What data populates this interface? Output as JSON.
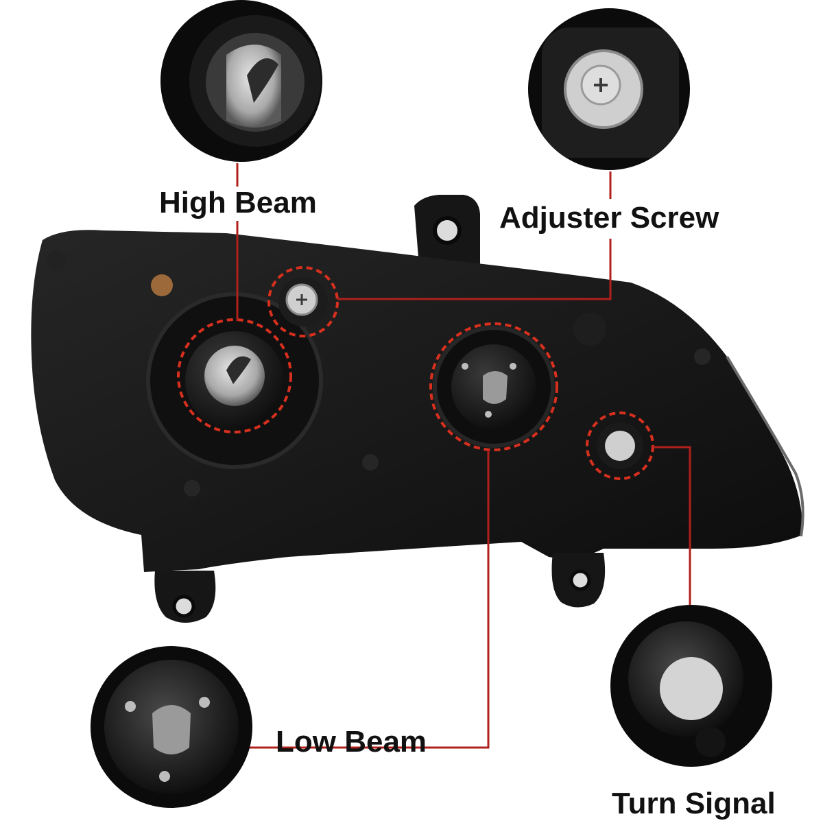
{
  "labels": {
    "high_beam": "High Beam",
    "adjuster_screw": "Adjuster Screw",
    "low_beam": "Low Beam",
    "turn_signal": "Turn Signal"
  },
  "colors": {
    "background": "#ffffff",
    "housing": "#141414",
    "callout_line": "#b0201c",
    "dashed_ring": "#d8301e",
    "label_text": "#111111"
  },
  "icons": {
    "high_beam": "bulb-socket-icon",
    "adjuster_screw": "screw-icon",
    "low_beam": "bulb-socket-icon",
    "turn_signal": "bulb-socket-icon"
  }
}
